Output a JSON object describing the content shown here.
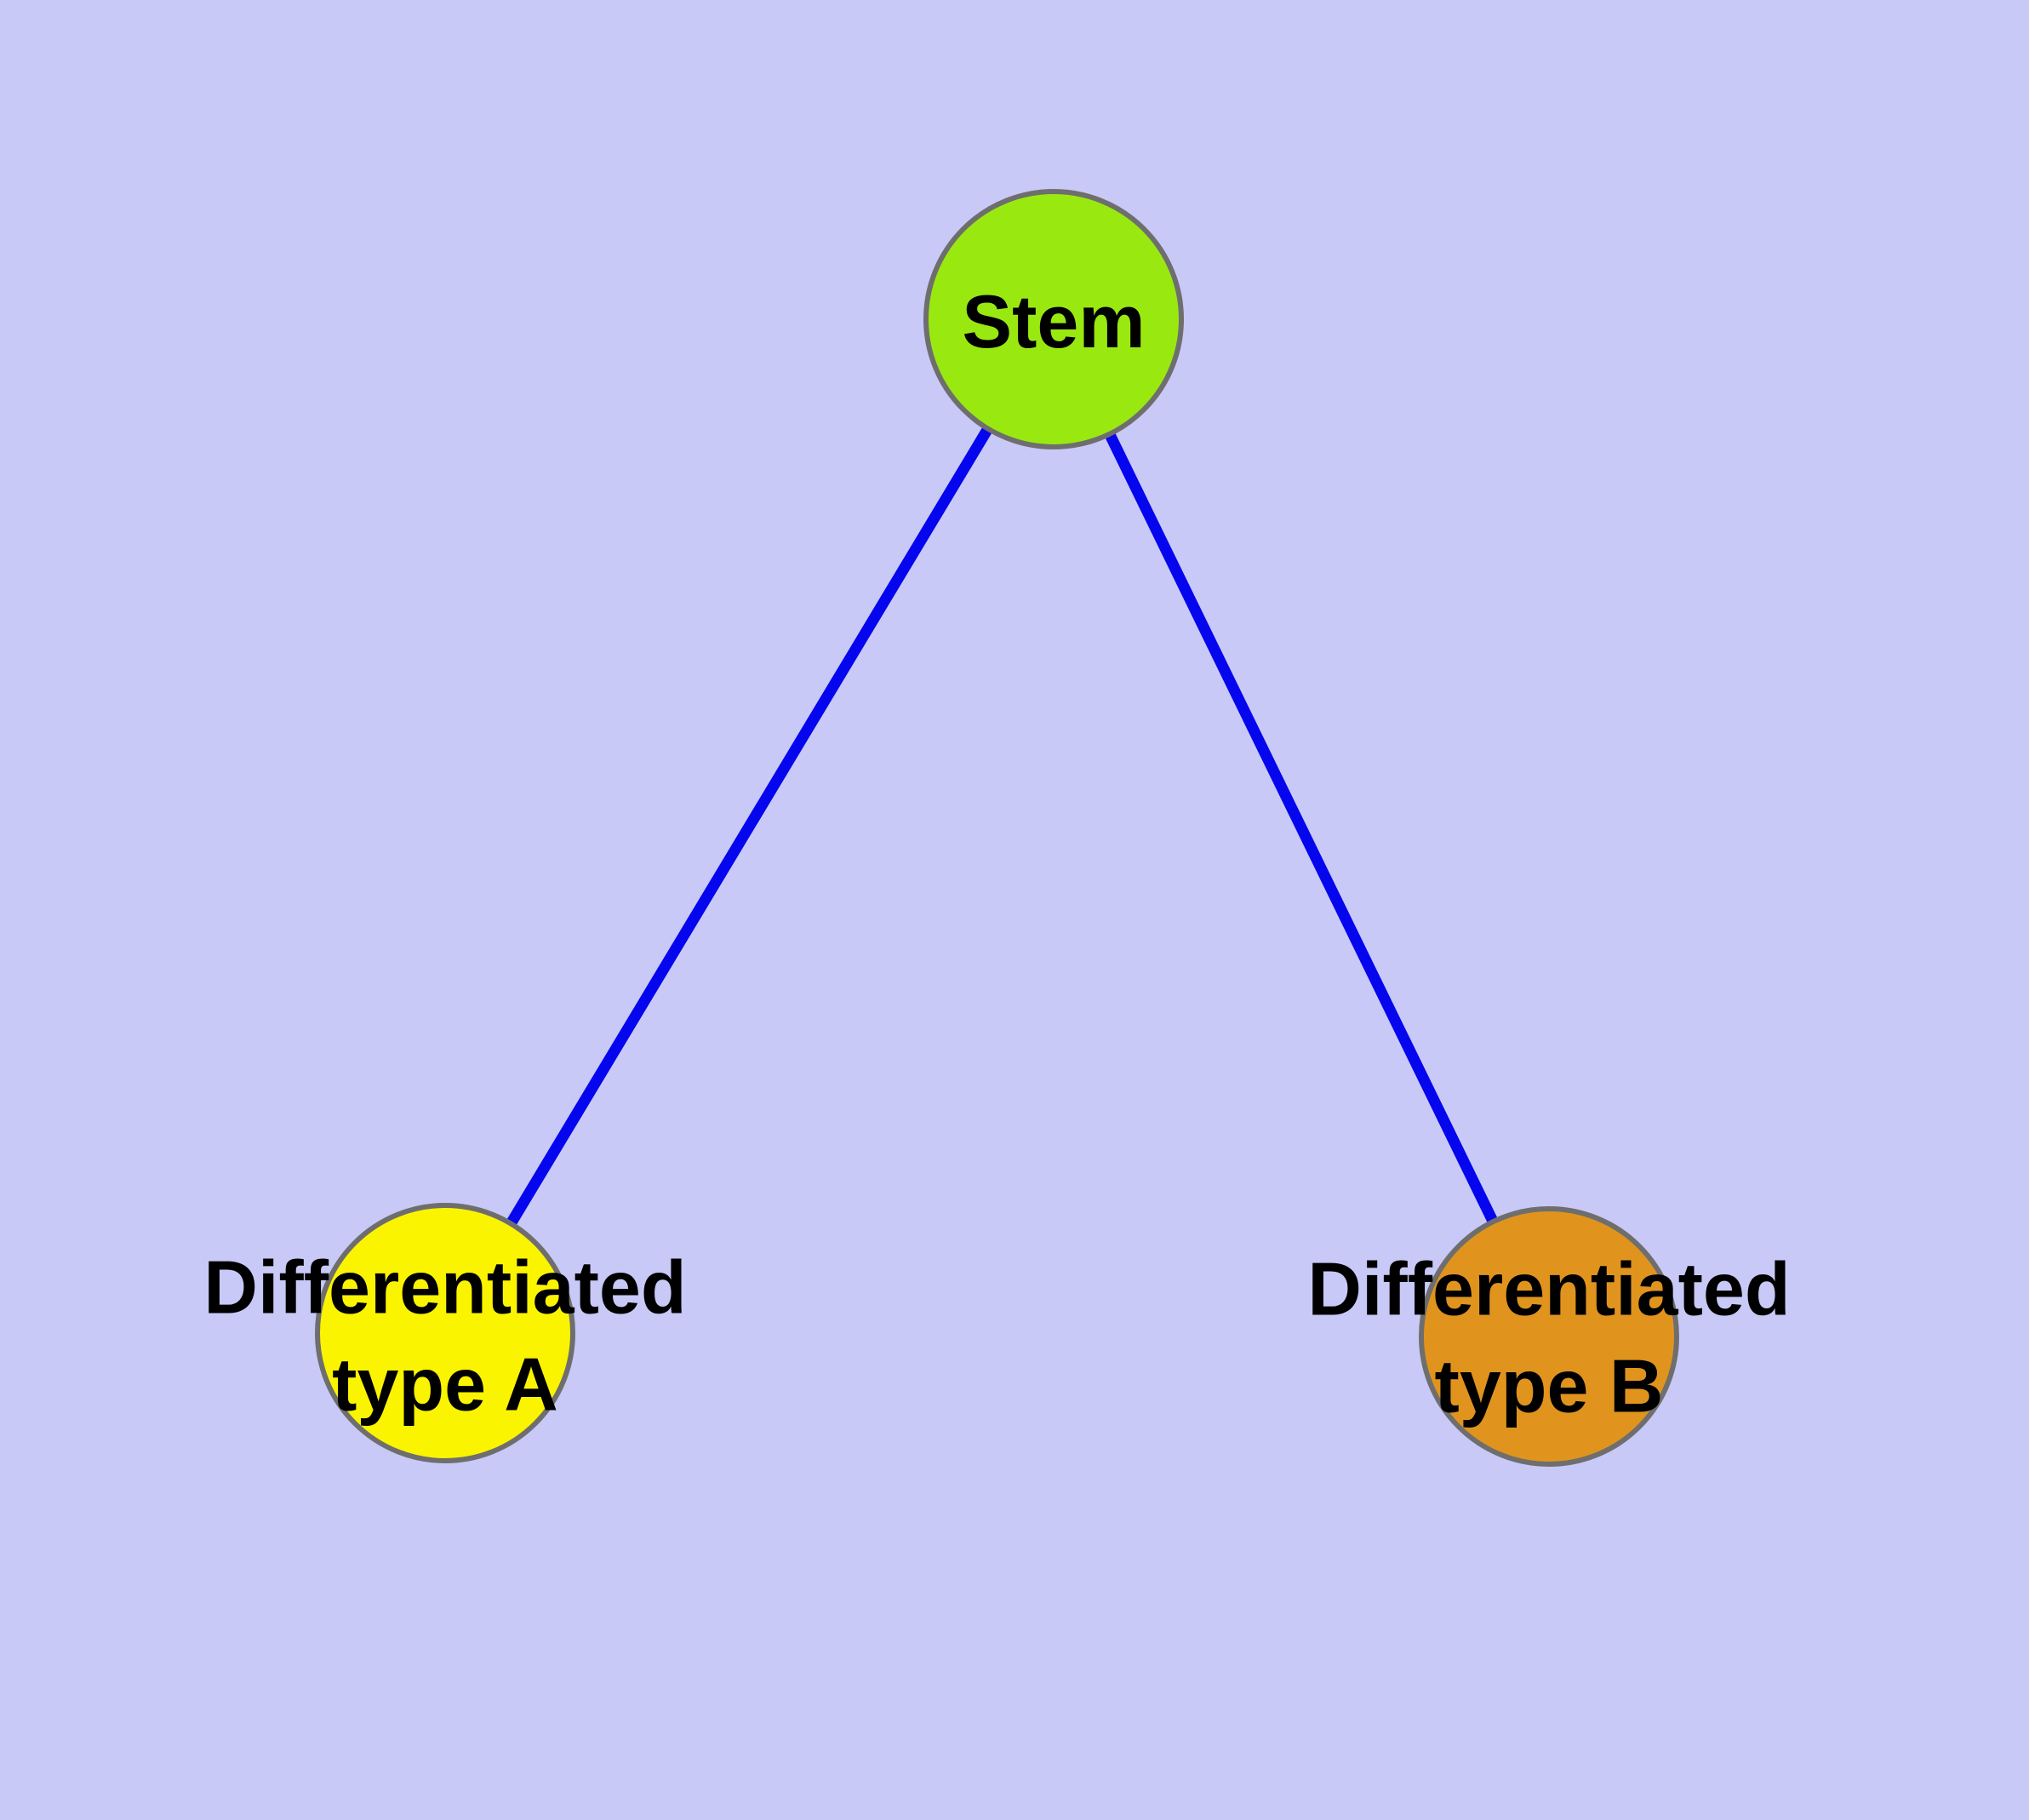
{
  "diagram": {
    "type": "node-link-graph",
    "background_color": "#C9C9F7",
    "node_border_color": "#6E6E6E",
    "edge_color": "#0505EE",
    "label_text_color": "#000000",
    "nodes": [
      {
        "id": "stem",
        "label": "Stem",
        "shape": "circle",
        "fill": "#99E911",
        "position": "top-center"
      },
      {
        "id": "type-a",
        "label": "Differentiated\ntype A",
        "shape": "circle",
        "fill": "#FBF400",
        "position": "bottom-left"
      },
      {
        "id": "type-b",
        "label": "Differentiated\ntype B",
        "shape": "circle",
        "fill": "#E0941E",
        "position": "bottom-right"
      }
    ],
    "edges": [
      {
        "from": "stem",
        "to": "type-a"
      },
      {
        "from": "stem",
        "to": "type-b"
      }
    ]
  }
}
